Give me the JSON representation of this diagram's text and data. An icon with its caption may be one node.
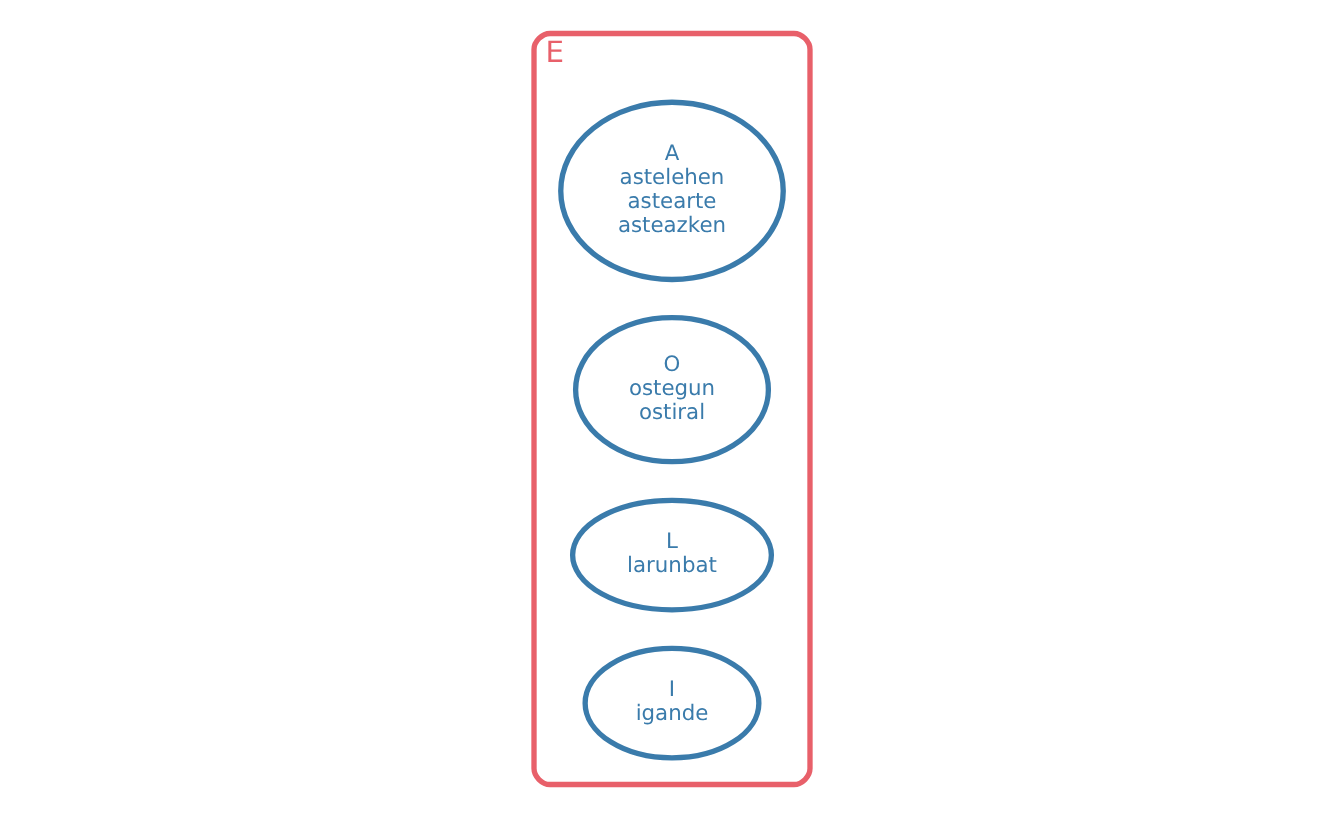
{
  "diagram": {
    "nodes": [
      {
        "text": [
          "E"
        ]
      },
      {
        "text": [
          "A",
          "astelehen",
          "astearte",
          "asteazken"
        ],
        "in": 0
      },
      {
        "text": [
          "O",
          "ostegun",
          "ostiral"
        ],
        "in": 0
      },
      {
        "text": [
          "L",
          "larunbat"
        ],
        "in": 0
      },
      {
        "text": [
          "I",
          "igande"
        ],
        "in": 0
      }
    ],
    "edges": []
  }
}
